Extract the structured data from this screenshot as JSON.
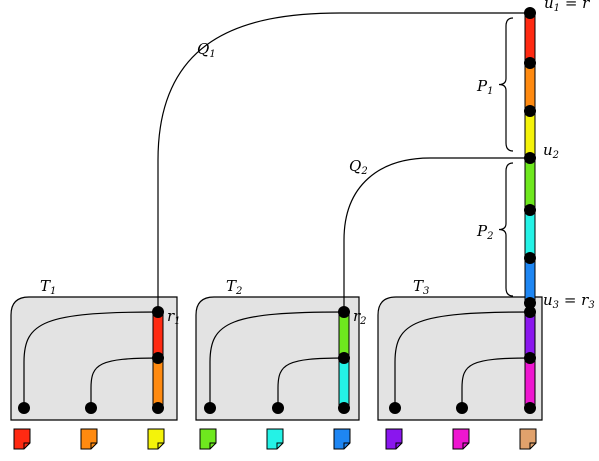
{
  "labels": {
    "u1": {
      "base": "u",
      "sub": "1",
      "suffix": " = r"
    },
    "u2": {
      "base": "u",
      "sub": "2",
      "suffix": ""
    },
    "u3": {
      "base": "u",
      "sub": "3",
      "suffix": " = r",
      "suffix_sub": "3"
    },
    "P1": {
      "base": "P",
      "sub": "1"
    },
    "P2": {
      "base": "P",
      "sub": "2"
    },
    "Q1": {
      "base": "Q",
      "sub": "1"
    },
    "Q2": {
      "base": "Q",
      "sub": "2"
    },
    "T1": {
      "base": "T",
      "sub": "1"
    },
    "T2": {
      "base": "T",
      "sub": "2"
    },
    "T3": {
      "base": "T",
      "sub": "3"
    },
    "r1": {
      "base": "r",
      "sub": "1"
    },
    "r2": {
      "base": "r",
      "sub": "2"
    }
  },
  "colors": {
    "red": "#ff2a12",
    "orange": "#ff8a10",
    "yellow": "#f4f30a",
    "green": "#6ee81e",
    "cyan": "#24f2e6",
    "blue": "#1e86f3",
    "purple": "#8a16ee",
    "magenta": "#ee16d0",
    "tan": "#e1a26c",
    "box_fill": "#e3e3e3",
    "ink": "#000000"
  },
  "spine_colors": [
    "red",
    "orange",
    "yellow",
    "green",
    "cyan",
    "blue"
  ],
  "tree_segment_colors": [
    [
      "red",
      "orange"
    ],
    [
      "green",
      "cyan"
    ],
    [
      "purple",
      "magenta"
    ]
  ],
  "legend_colors": [
    "red",
    "orange",
    "yellow",
    "green",
    "cyan",
    "blue",
    "purple",
    "magenta",
    "tan"
  ],
  "icons": {
    "legend": "color-page-icon"
  }
}
